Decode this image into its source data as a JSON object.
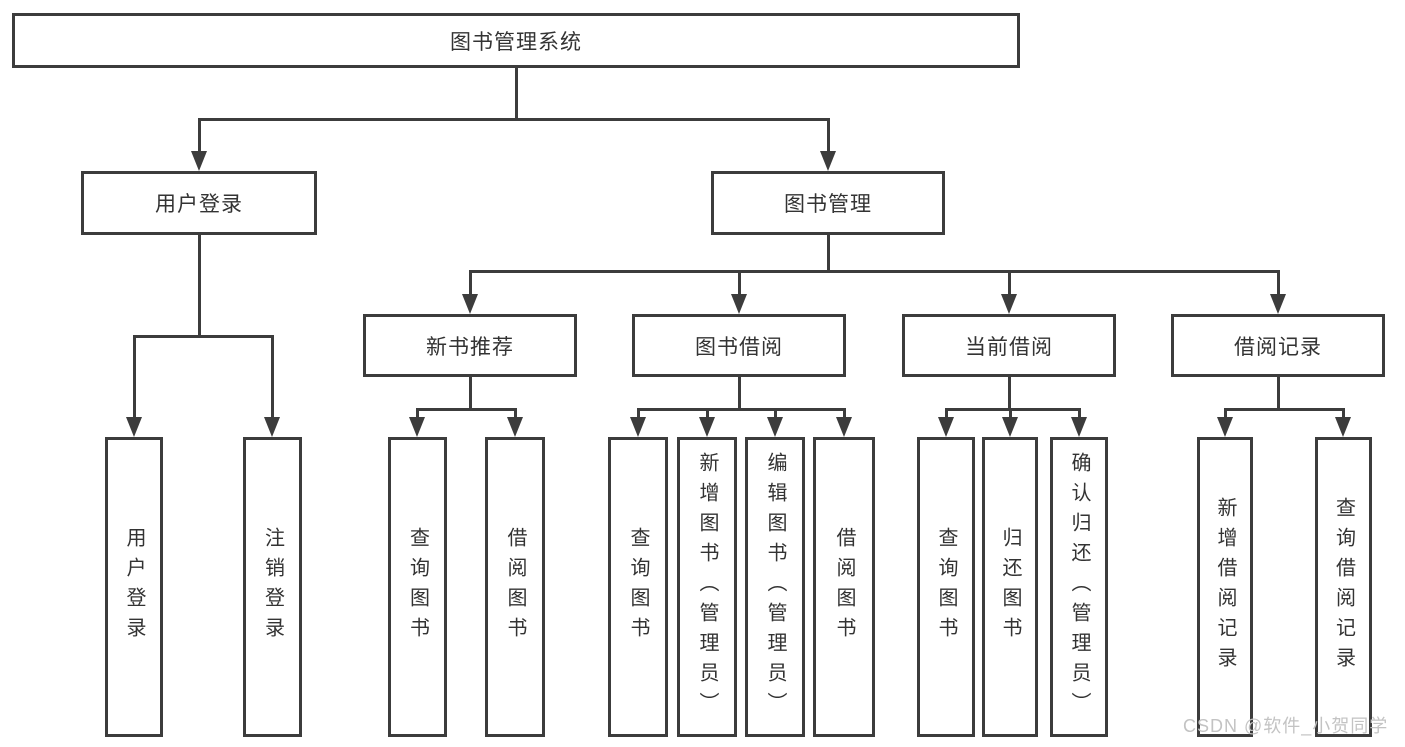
{
  "colors": {
    "line": "#3c3c3c",
    "text": "#333333",
    "background": "#ffffff",
    "watermark": "#c3c3c3"
  },
  "watermark": {
    "text": "CSDN @软件_小贺同学"
  },
  "tree": {
    "root": {
      "label": "图书管理系统"
    },
    "children": [
      {
        "label": "用户登录",
        "children": [
          {
            "label": "用户登录"
          },
          {
            "label": "注销登录"
          }
        ]
      },
      {
        "label": "图书管理",
        "children": [
          {
            "label": "新书推荐",
            "children": [
              {
                "label": "查询图书"
              },
              {
                "label": "借阅图书"
              }
            ]
          },
          {
            "label": "图书借阅",
            "children": [
              {
                "label": "查询图书"
              },
              {
                "label": "新增图书（管理员）"
              },
              {
                "label": "编辑图书（管理员）"
              },
              {
                "label": "借阅图书"
              }
            ]
          },
          {
            "label": "当前借阅",
            "children": [
              {
                "label": "查询图书"
              },
              {
                "label": "归还图书"
              },
              {
                "label": "确认归还（管理员）"
              }
            ]
          },
          {
            "label": "借阅记录",
            "children": [
              {
                "label": "新增借阅记录"
              },
              {
                "label": "查询借阅记录"
              }
            ]
          }
        ]
      }
    ]
  }
}
